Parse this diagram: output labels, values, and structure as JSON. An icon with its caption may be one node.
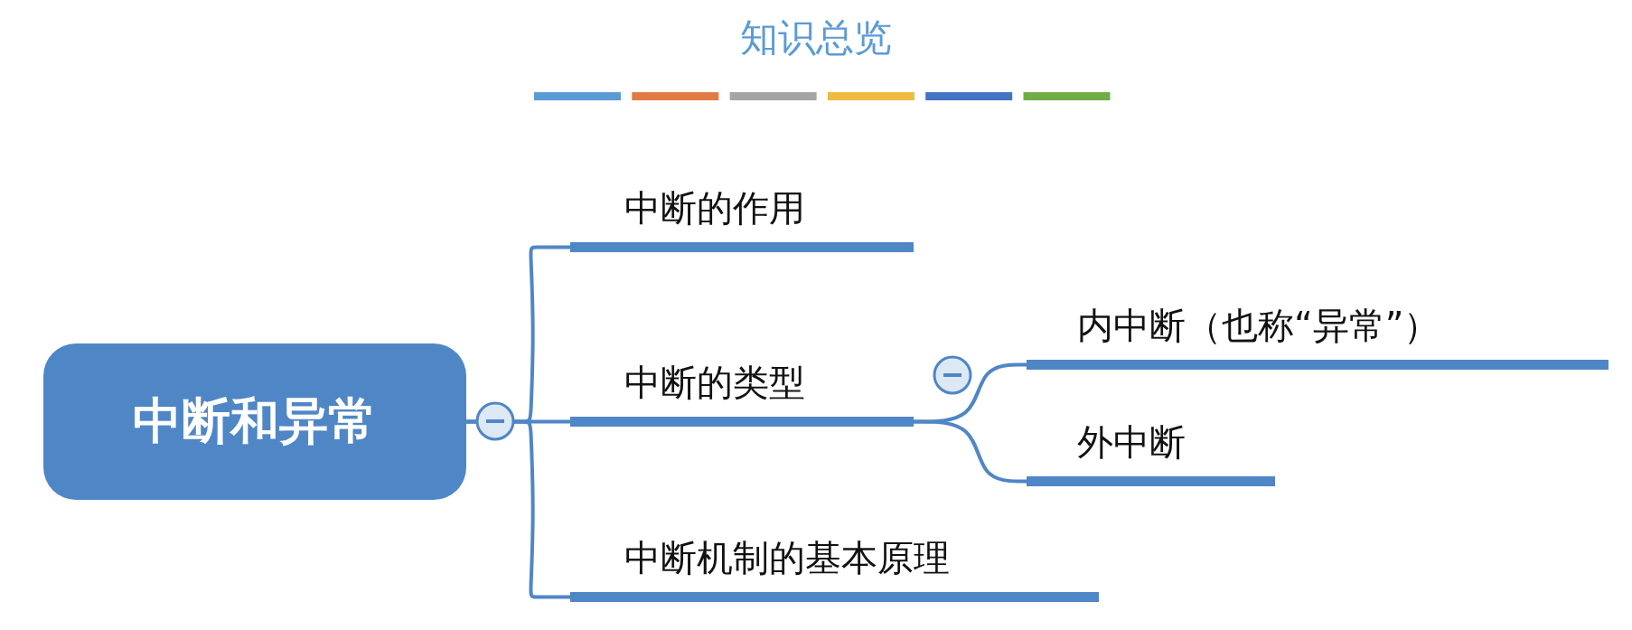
{
  "diagram": {
    "title": "知识总览",
    "nodes": [
      {
        "text": [
          "中断和异常"
        ]
      },
      {
        "text": [
          "中断的作用"
        ]
      },
      {
        "text": [
          "中断的类型"
        ]
      },
      {
        "text": [
          "中断机制的基本原理"
        ]
      },
      {
        "text": [
          "内中断（也称“异常”）"
        ]
      },
      {
        "text": [
          "外中断"
        ]
      }
    ],
    "edges": [
      {
        "from": 0,
        "to": 1,
        "arrow": "none"
      },
      {
        "from": 0,
        "to": 2,
        "arrow": "none"
      },
      {
        "from": 0,
        "to": 3,
        "arrow": "none"
      },
      {
        "from": 2,
        "to": 4,
        "arrow": "none"
      },
      {
        "from": 2,
        "to": 5,
        "arrow": "none"
      }
    ]
  }
}
